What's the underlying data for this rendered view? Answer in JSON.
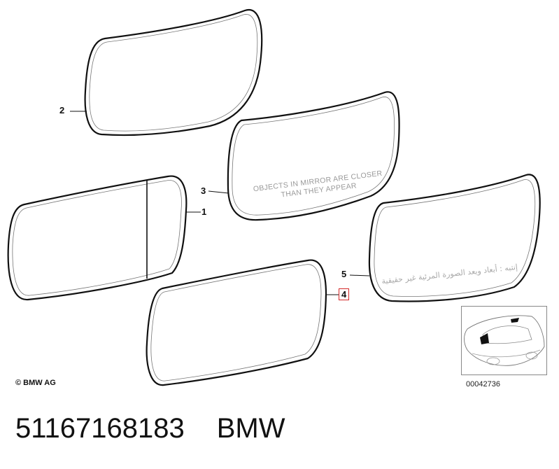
{
  "diagram": {
    "callouts": [
      {
        "label": "1"
      },
      {
        "label": "2"
      },
      {
        "label": "3"
      },
      {
        "label": "4",
        "highlighted": true,
        "highlight_color": "#d42a2a"
      },
      {
        "label": "5"
      }
    ],
    "warning_text": {
      "line1": "OBJECTS IN MIRROR ARE CLOSER",
      "line2": "THAN THEY APPEAR"
    },
    "arabic_warning": "إنتبه : أبعاد ويعد الصورة المرئية غير حقيقية",
    "copyright": "© BMW AG",
    "drawing_number": "00042736"
  },
  "footer": {
    "part_number": "51167168183",
    "brand": "BMW"
  }
}
